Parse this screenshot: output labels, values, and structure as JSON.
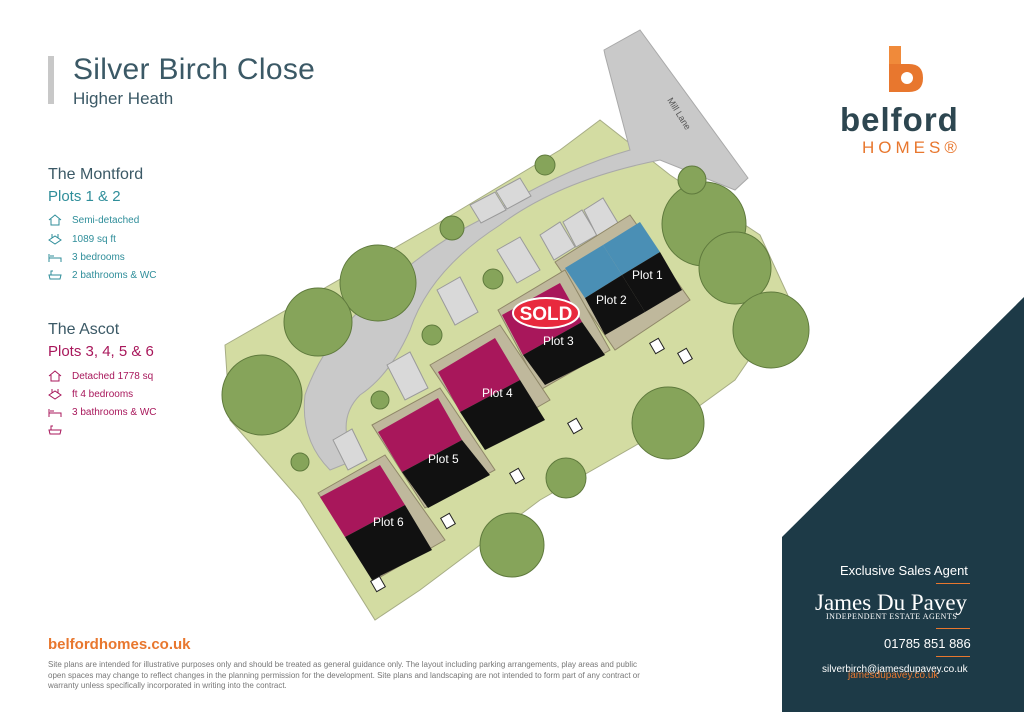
{
  "header": {
    "title": "Silver Birch Close",
    "subtitle": "Higher Heath"
  },
  "montford": {
    "name": "The Montford",
    "plots": "Plots 1 & 2",
    "specs": [
      "Semi-detached",
      "1089 sq ft",
      "3 bedrooms",
      "2 bathrooms & WC"
    ]
  },
  "ascot": {
    "name": "The Ascot",
    "plots": "Plots 3, 4, 5 & 6",
    "specs": [
      "Detached  1778  sq",
      "ft 4 bedrooms",
      "3 bathrooms & WC",
      ""
    ]
  },
  "map": {
    "road_label": "Mill Lane",
    "plots": [
      "Plot 1",
      "Plot 2",
      "Plot 3",
      "Plot 4",
      "Plot 5",
      "Plot 6"
    ],
    "sold_badge": "SOLD"
  },
  "logo": {
    "name": "belford",
    "sub": "HOMES®"
  },
  "agent": {
    "label": "Exclusive Sales Agent",
    "name": "James Du Pavey",
    "sub": "INDEPENDENT ESTATE AGENTS",
    "phone": "01785 851 886",
    "email": "silverbirch@jamesdupavey.co.uk",
    "web": "jamesdupavey.co.uk"
  },
  "footer": {
    "website": "belfordhomes.co.uk",
    "disclaimer": "Site plans are intended for illustrative purposes only and should be treated as general guidance only. The layout including parking arrangements, play areas and public open spaces may change to reflect changes in the planning permission for the development. Site plans and landscaping are not intended to form part of any contract or warranty unless specifically incorporated in writing into the contract."
  },
  "colors": {
    "teal": "#2f8e9a",
    "magenta": "#a8175b",
    "navy": "#1d3a47",
    "orange": "#e8772e",
    "grass": "#d3dca2",
    "road": "#c9c9c9",
    "plot_blue": "#4a8fb5",
    "plot_pink": "#a8175b",
    "sold_red": "#e8293d"
  }
}
